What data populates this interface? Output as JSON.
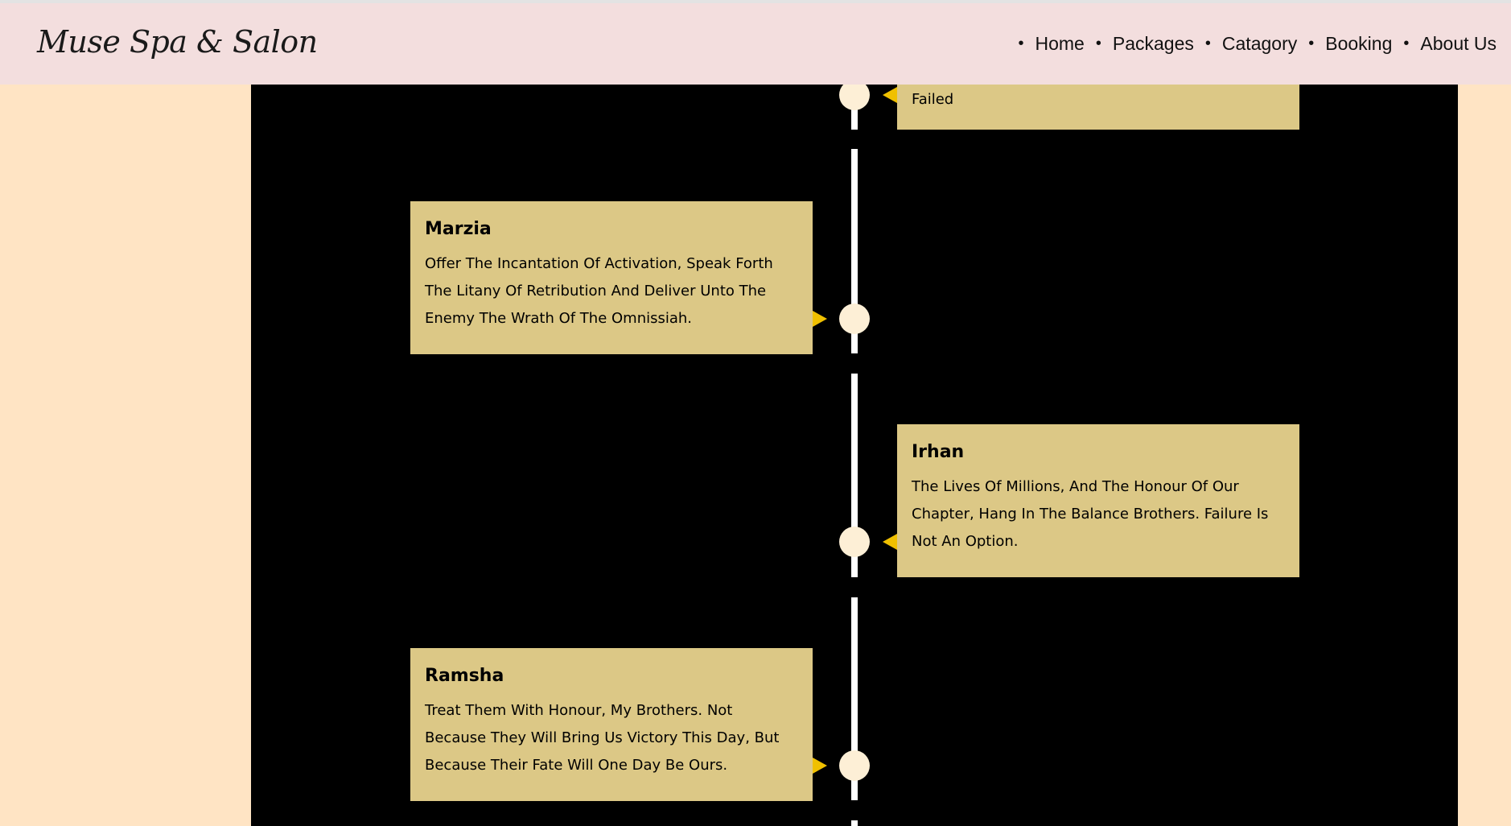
{
  "header": {
    "logo_text": "Muse Spa & Salon",
    "nav_items": [
      {
        "label": "Home"
      },
      {
        "label": "Packages"
      },
      {
        "label": "Catagory"
      },
      {
        "label": "Booking"
      },
      {
        "label": "About Us"
      }
    ],
    "bullet_glyph": "•"
  },
  "colors": {
    "navbar_bg": "#f3dede",
    "page_bg": "#ffe4c4",
    "timeline_bg": "#000000",
    "card_bg": "#dcc886",
    "arrow": "#f0c000",
    "dot": "#fdefd6",
    "line": "#ffffff"
  },
  "timeline": {
    "partial_card_text": "Failed",
    "entries": [
      {
        "name": "Marzia",
        "text": "Offer The Incantation Of Activation, Speak Forth The Litany Of Retribution And Deliver Unto The Enemy The Wrath Of The Omnissiah.",
        "side": "left"
      },
      {
        "name": "Irhan",
        "text": "The Lives Of Millions, And The Honour Of Our Chapter, Hang In The Balance Brothers. Failure Is Not An Option.",
        "side": "right"
      },
      {
        "name": "Ramsha",
        "text": "Treat Them With Honour, My Brothers. Not Because They Will Bring Us Victory This Day, But Because Their Fate Will One Day Be Ours.",
        "side": "left"
      }
    ]
  }
}
